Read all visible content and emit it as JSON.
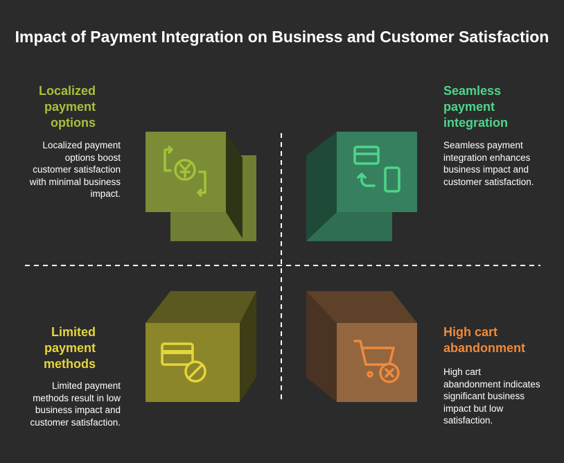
{
  "title": "Impact of Payment Integration on Business and Customer Satisfaction",
  "quadrants": [
    {
      "id": "top-left",
      "title": "Localized payment options",
      "description": "Localized payment options boost customer satisfaction with minimal business impact.",
      "color": "#a6c13a",
      "tile_color": "#6e7e32",
      "icon": "yuan-exchange-icon"
    },
    {
      "id": "top-right",
      "title": "Seamless payment integration",
      "description": "Seamless payment integration enhances business impact and customer satisfaction.",
      "color": "#4ed58a",
      "tile_color": "#2f6e52",
      "icon": "card-to-phone-icon"
    },
    {
      "id": "bottom-left",
      "title": "Limited payment methods",
      "description": "Limited payment methods result in low business impact and customer satisfaction.",
      "color": "#e6d53a",
      "tile_color": "#7d7a28",
      "icon": "card-blocked-icon"
    },
    {
      "id": "bottom-right",
      "title": "High cart abandonment",
      "description": "High cart abandonment indicates significant business impact but low satisfaction.",
      "color": "#f08a3a",
      "tile_color": "#7a5538",
      "icon": "cart-cancel-icon"
    }
  ]
}
